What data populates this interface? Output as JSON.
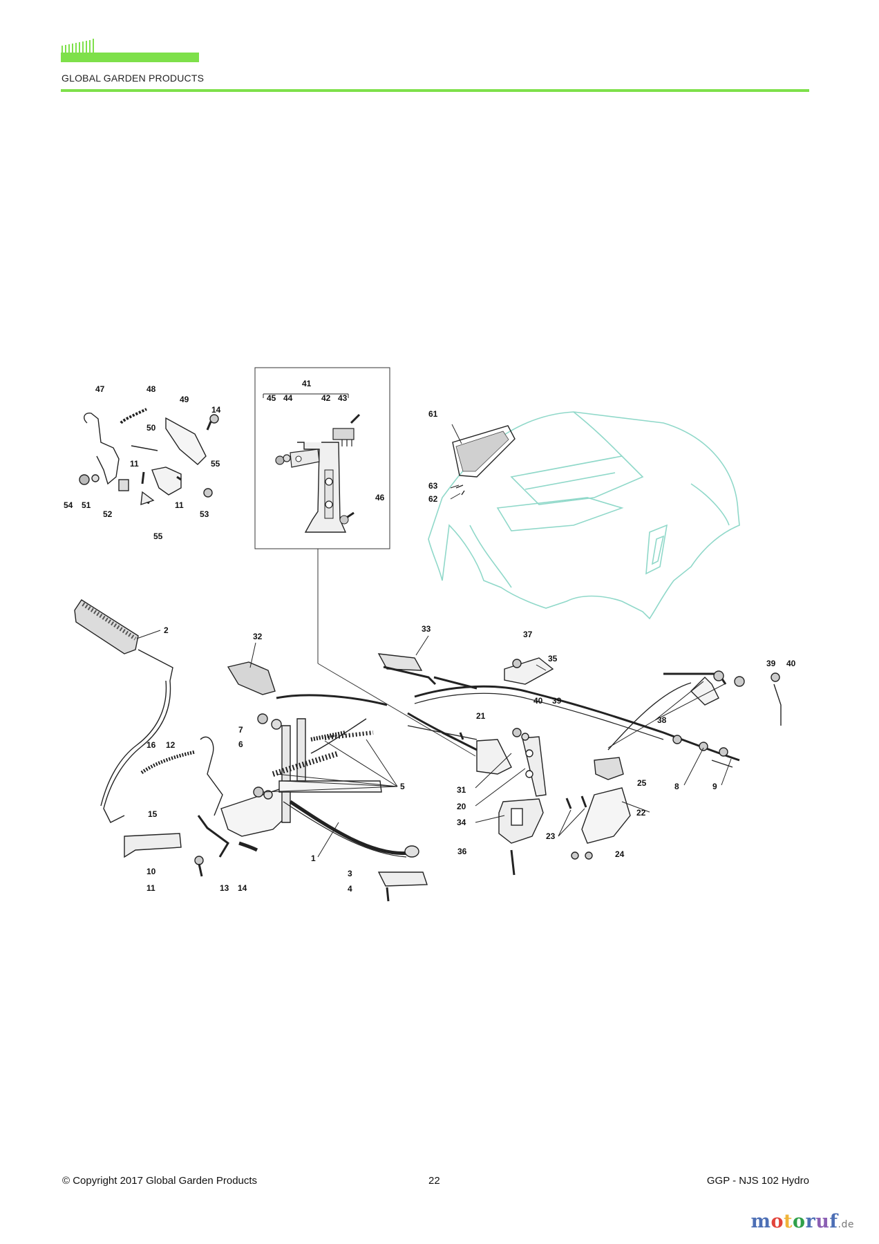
{
  "header": {
    "brand": "GLOBAL GARDEN PRODUCTS",
    "accent_color": "#7ee04a"
  },
  "diagram": {
    "inset_label": "41",
    "callouts": [
      "47",
      "48",
      "49",
      "14",
      "50",
      "11",
      "55",
      "54",
      "51",
      "52",
      "11",
      "53",
      "55",
      "45",
      "44",
      "42",
      "43",
      "46",
      "61",
      "63",
      "62",
      "2",
      "32",
      "33",
      "37",
      "35",
      "39",
      "40",
      "40",
      "39",
      "38",
      "7",
      "6",
      "21",
      "16",
      "12",
      "5",
      "31",
      "20",
      "25",
      "8",
      "9",
      "15",
      "34",
      "23",
      "22",
      "10",
      "11",
      "13",
      "14",
      "1",
      "36",
      "24",
      "3",
      "4"
    ]
  },
  "footer": {
    "copyright": "© Copyright 2017 Global Garden Products",
    "page": "22",
    "model": "GGP - NJS 102 Hydro"
  },
  "watermark": {
    "letters": [
      "m",
      "o",
      "t",
      "o",
      "r",
      "u",
      "f"
    ],
    "tld": ".de"
  }
}
